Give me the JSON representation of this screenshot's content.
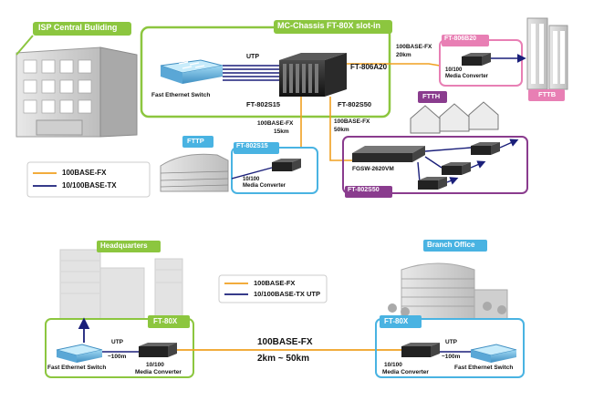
{
  "top": {
    "isp_label": "ISP Central Buliding",
    "chassis_label": "MC-Chassis FT-80X slot-in",
    "utp_label": "UTP",
    "switch_label": "Fast Ethernet Switch",
    "chassis_model": "FT-806A20",
    "slot_left": "FT-802S15",
    "slot_right": "FT-802S50",
    "link_fttb_type": "100BASE-FX",
    "link_fttb_dist": "20km",
    "fttb_module": "FT-806B20",
    "fttb_mc_line1": "10/100",
    "fttb_mc_line2": "Media Converter",
    "fttb_tag": "FTTB",
    "link_fttp_type": "100BASE-FX",
    "link_fttp_dist": "15km",
    "link_ftth_type": "100BASE-FX",
    "link_ftth_dist": "50km",
    "ftth_tag": "FTTH",
    "fttp_tag": "FTTP",
    "fttp_module": "FT-802S15",
    "fttp_mc_line1": "10/100",
    "fttp_mc_line2": "Media Converter",
    "ftth_switch": "FGSW-2620VM",
    "ftth_module": "FT-802S50",
    "legend": [
      {
        "label": "100BASE-FX",
        "color": "#f0a020"
      },
      {
        "label": "10/100BASE-TX",
        "color": "#1a1f7a"
      }
    ]
  },
  "bottom": {
    "hq_tag": "Headquarters",
    "branch_tag": "Branch Office",
    "legend": [
      {
        "label": "100BASE-FX",
        "color": "#f0a020"
      },
      {
        "label": "10/100BASE-TX UTP",
        "color": "#1a1f7a"
      }
    ],
    "left_box_tag": "FT-80X",
    "right_box_tag": "FT-80X",
    "left_utp": "UTP",
    "left_dist": "~100m",
    "left_switch": "Fast Ethernet Switch",
    "left_mc_line1": "10/100",
    "left_mc_line2": "Media Converter",
    "link_type": "100BASE-FX",
    "link_dist": "2km ~ 50km",
    "right_utp": "UTP",
    "right_dist": "~100m",
    "right_switch": "Fast Ethernet Switch",
    "right_mc_line1": "10/100",
    "right_mc_line2": "Media Converter"
  },
  "colors": {
    "green": "#8cc63f",
    "pink": "#e87fb4",
    "purple": "#8a3c8e",
    "blue": "#49b3e2",
    "fiber": "#f0a020",
    "copper": "#1a1f7a"
  }
}
